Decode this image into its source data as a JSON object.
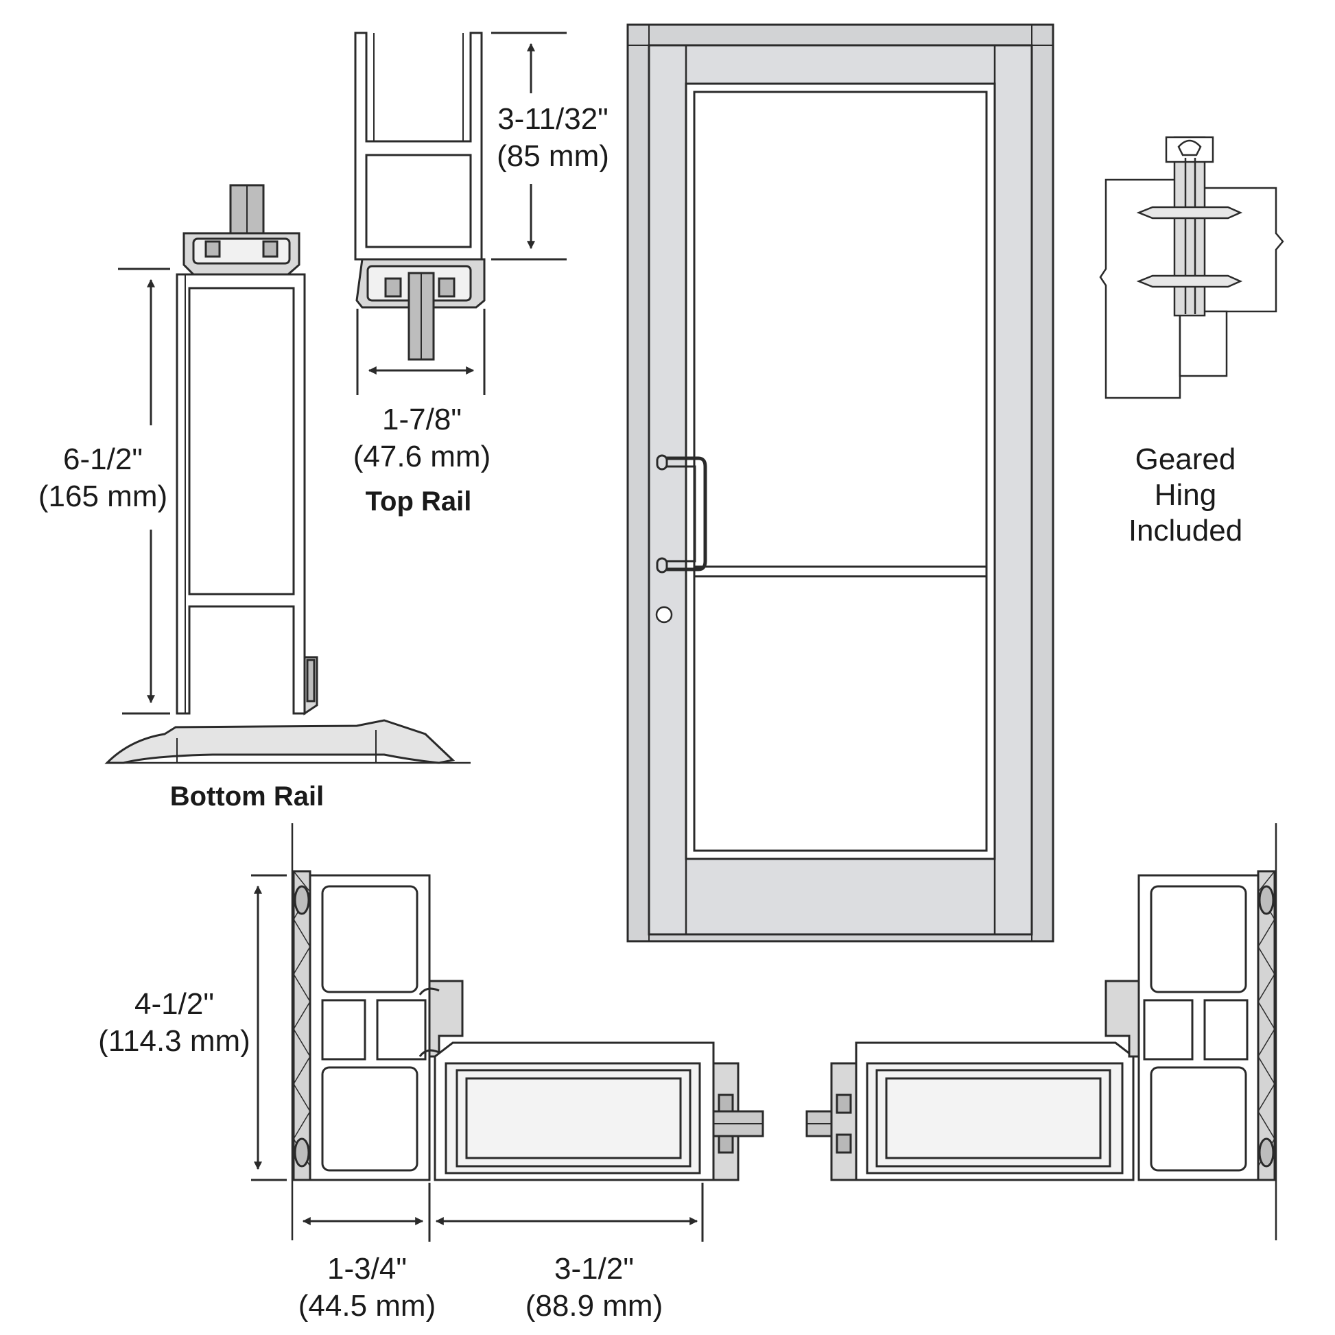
{
  "colors": {
    "ink": "#2a2a2a",
    "door_fill": "#d2d3d5",
    "door_light": "#e3e4e6",
    "glass": "#ffffff",
    "background": "#ffffff"
  },
  "top_rail": {
    "caption": "Top Rail",
    "height_label": "3-11/32\"",
    "height_metric": "(85 mm)",
    "width_label": "1-7/8\"",
    "width_metric": "(47.6 mm)"
  },
  "bottom_rail": {
    "caption": "Bottom Rail",
    "height_label": "6-1/2\"",
    "height_metric": "(165 mm)"
  },
  "hinge": {
    "caption_line1": "Geared",
    "caption_line2": "Hing",
    "caption_line3": "Included"
  },
  "stile_section": {
    "depth_label": "4-1/2\"",
    "depth_metric": "(114.3 mm)",
    "frame_width_label": "1-3/4\"",
    "frame_width_metric": "(44.5 mm)",
    "stile_width_label": "3-1/2\"",
    "stile_width_metric": "(88.9 mm)"
  },
  "door": {
    "icons": [
      "door-pull-handle-icon",
      "lock-cylinder-icon"
    ]
  }
}
